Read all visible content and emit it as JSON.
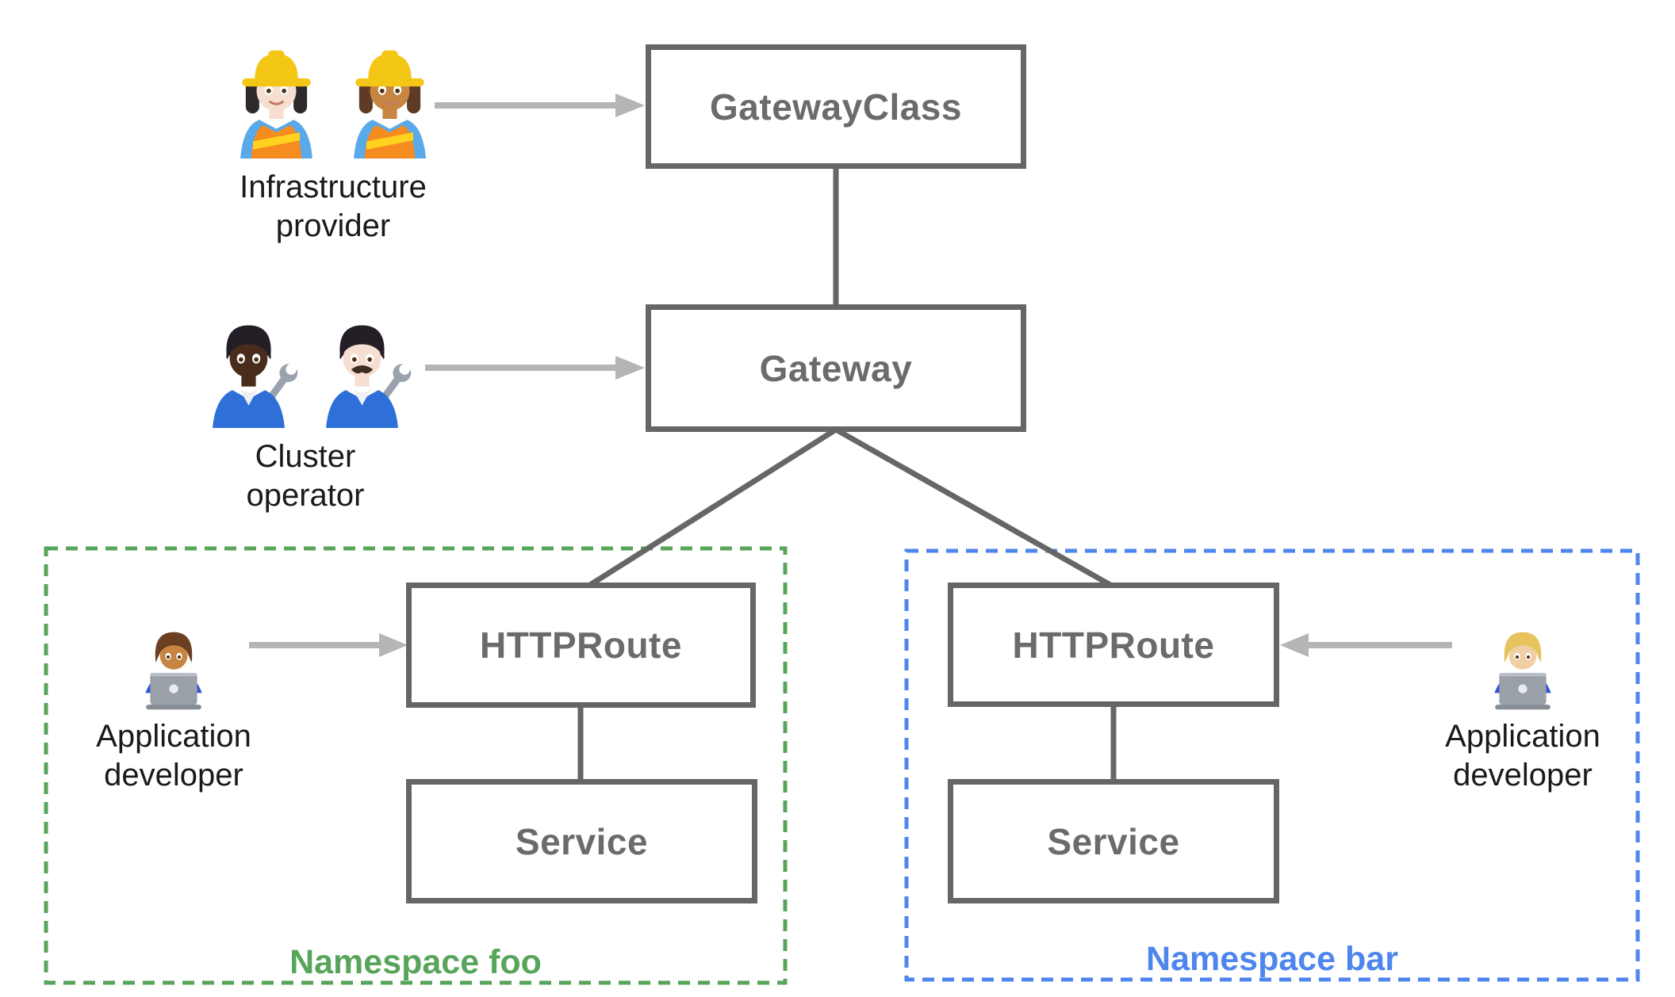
{
  "nodes": {
    "gatewayclass": "GatewayClass",
    "gateway": "Gateway",
    "httproute_foo": "HTTPRoute",
    "service_foo": "Service",
    "httproute_bar": "HTTPRoute",
    "service_bar": "Service"
  },
  "namespaces": {
    "foo": {
      "label": "Namespace foo",
      "color": "#57a55a"
    },
    "bar": {
      "label": "Namespace bar",
      "color": "#4e86ee"
    }
  },
  "personas": {
    "infrastructure_provider": {
      "line1": "Infrastructure",
      "line2": "provider",
      "emoji": "👷🏻‍♀️ 👷🏽‍♀️",
      "icons": [
        "woman-construction-worker-light-skin-icon",
        "woman-construction-worker-medium-skin-icon"
      ]
    },
    "cluster_operator": {
      "line1": "Cluster",
      "line2": "operator",
      "emoji": "🧑🏿‍🔧 👨🏻‍🔧",
      "icons": [
        "mechanic-dark-skin-icon",
        "man-mechanic-light-skin-icon"
      ]
    },
    "app_developer_foo": {
      "line1": "Application",
      "line2": "developer",
      "emoji": "👨🏽‍💻",
      "icons": [
        "man-technologist-icon"
      ]
    },
    "app_developer_bar": {
      "line1": "Application",
      "line2": "developer",
      "emoji": "👩🏼‍💻",
      "icons": [
        "woman-technologist-icon"
      ]
    }
  },
  "colors": {
    "node_border": "#666666",
    "node_text": "#6b6b6b",
    "connector": "#666666",
    "arrow": "#b5b5b5",
    "namespace_foo": "#57a55a",
    "namespace_bar": "#4e86ee",
    "persona_text": "#1a1a1a"
  }
}
